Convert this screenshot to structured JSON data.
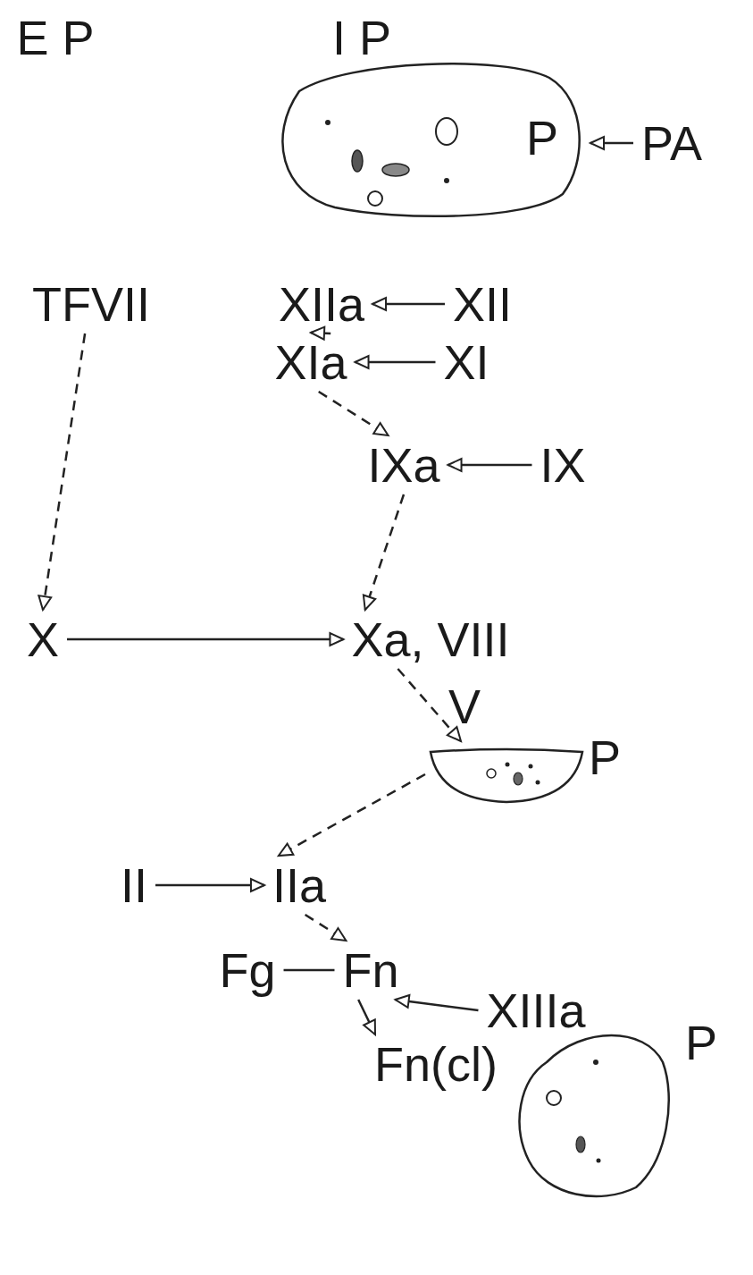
{
  "diagram": {
    "nodes": [
      {
        "text": [
          "P"
        ]
      },
      {
        "text": [
          "PA"
        ]
      },
      {
        "text": [
          "TFVII"
        ]
      },
      {
        "text": [
          "XIIa"
        ]
      },
      {
        "text": [
          "XII"
        ]
      },
      {
        "text": [
          "XIa"
        ]
      },
      {
        "text": [
          "XI"
        ]
      },
      {
        "text": [
          "IXa"
        ]
      },
      {
        "text": [
          "IX"
        ]
      },
      {
        "text": [
          "X"
        ]
      },
      {
        "text": [
          "Xa, VIII"
        ]
      },
      {
        "text": [
          "V",
          "P"
        ]
      },
      {
        "text": [
          "II"
        ]
      },
      {
        "text": [
          "IIa"
        ]
      },
      {
        "text": [
          "Fg"
        ]
      },
      {
        "text": [
          "Fn"
        ]
      },
      {
        "text": [
          "XIIIa"
        ]
      },
      {
        "text": [
          "Fn(cl)"
        ]
      },
      {
        "text": [
          "P"
        ]
      }
    ],
    "edges": [
      {
        "from": 1,
        "to": 0,
        "arrow": "to"
      },
      {
        "from": 4,
        "to": 3,
        "arrow": "to"
      },
      {
        "from": 3,
        "to": 5,
        "arrow": "to"
      },
      {
        "from": 6,
        "to": 5,
        "arrow": "to"
      },
      {
        "from": 5,
        "to": 7,
        "arrow": "to"
      },
      {
        "from": 8,
        "to": 7,
        "arrow": "to"
      },
      {
        "from": 2,
        "to": 9,
        "arrow": "to"
      },
      {
        "from": 7,
        "to": 10,
        "arrow": "to"
      },
      {
        "from": 9,
        "to": 10,
        "arrow": "to"
      },
      {
        "from": 10,
        "to": 11,
        "arrow": "to"
      },
      {
        "from": 11,
        "to": 13,
        "arrow": "to"
      },
      {
        "from": 12,
        "to": 13,
        "arrow": "to"
      },
      {
        "from": 13,
        "to": 15,
        "arrow": "to"
      },
      {
        "from": 14,
        "to": 15,
        "arrow": "none"
      },
      {
        "from": 16,
        "to": 15,
        "arrow": "to"
      },
      {
        "from": 15,
        "to": 17,
        "arrow": "to"
      }
    ],
    "labels": [
      "E P",
      "I P"
    ]
  }
}
